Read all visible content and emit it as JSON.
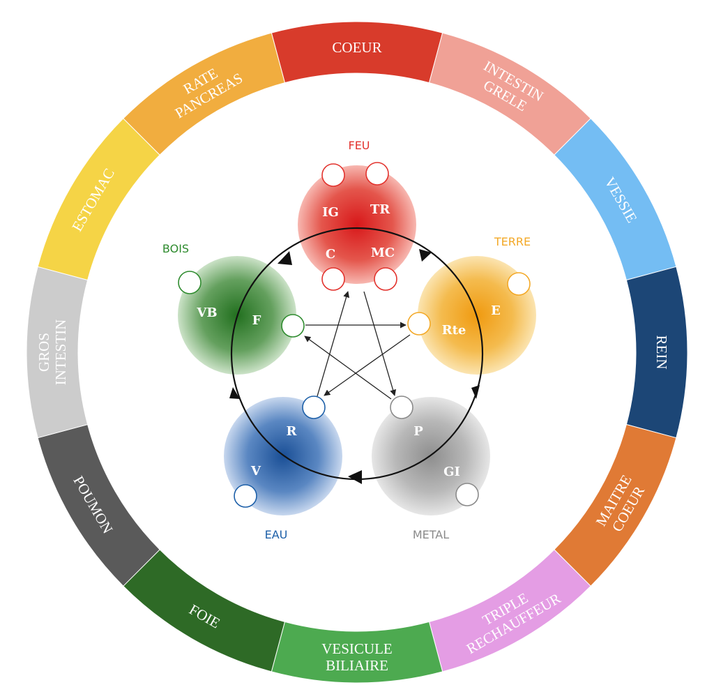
{
  "ring": {
    "segments": [
      {
        "lines": [
          "COEUR"
        ],
        "color": "#d83b2b"
      },
      {
        "lines": [
          "INTESTIN",
          "GRELE"
        ],
        "color": "#f0a196"
      },
      {
        "lines": [
          "VESSIE"
        ],
        "color": "#74bdf3"
      },
      {
        "lines": [
          "REIN"
        ],
        "color": "#1c4676"
      },
      {
        "lines": [
          "MAITRE",
          "COEUR"
        ],
        "color": "#e07a35"
      },
      {
        "lines": [
          "TRIPLE",
          "RECHAUFFEUR"
        ],
        "color": "#e49de4"
      },
      {
        "lines": [
          "VESICULE",
          "BILIAIRE"
        ],
        "color": "#4daa50"
      },
      {
        "lines": [
          "FOIE"
        ],
        "color": "#2e6a26"
      },
      {
        "lines": [
          "POUMON"
        ],
        "color": "#5a5a5a"
      },
      {
        "lines": [
          "GROS",
          "INTESTIN"
        ],
        "color": "#cccccc"
      },
      {
        "lines": [
          "ESTOMAC"
        ],
        "color": "#f5d446"
      },
      {
        "lines": [
          "RATE",
          "PANCREAS"
        ],
        "color": "#f1ad3f"
      }
    ]
  },
  "elements": {
    "feu": {
      "label": "FEU",
      "color": "#e2322d",
      "organs": [
        "IG",
        "TR",
        "C",
        "MC"
      ]
    },
    "terre": {
      "label": "TERRE",
      "color": "#f3a826",
      "organs": [
        "E",
        "Rte"
      ]
    },
    "metal": {
      "label": "METAL",
      "color": "#8a8a8a",
      "organs": [
        "P",
        "GI"
      ]
    },
    "eau": {
      "label": "EAU",
      "color": "#1c5fa8",
      "organs": [
        "R",
        "V"
      ]
    },
    "bois": {
      "label": "BOIS",
      "color": "#2e8b2e",
      "organs": [
        "VB",
        "F"
      ]
    }
  }
}
